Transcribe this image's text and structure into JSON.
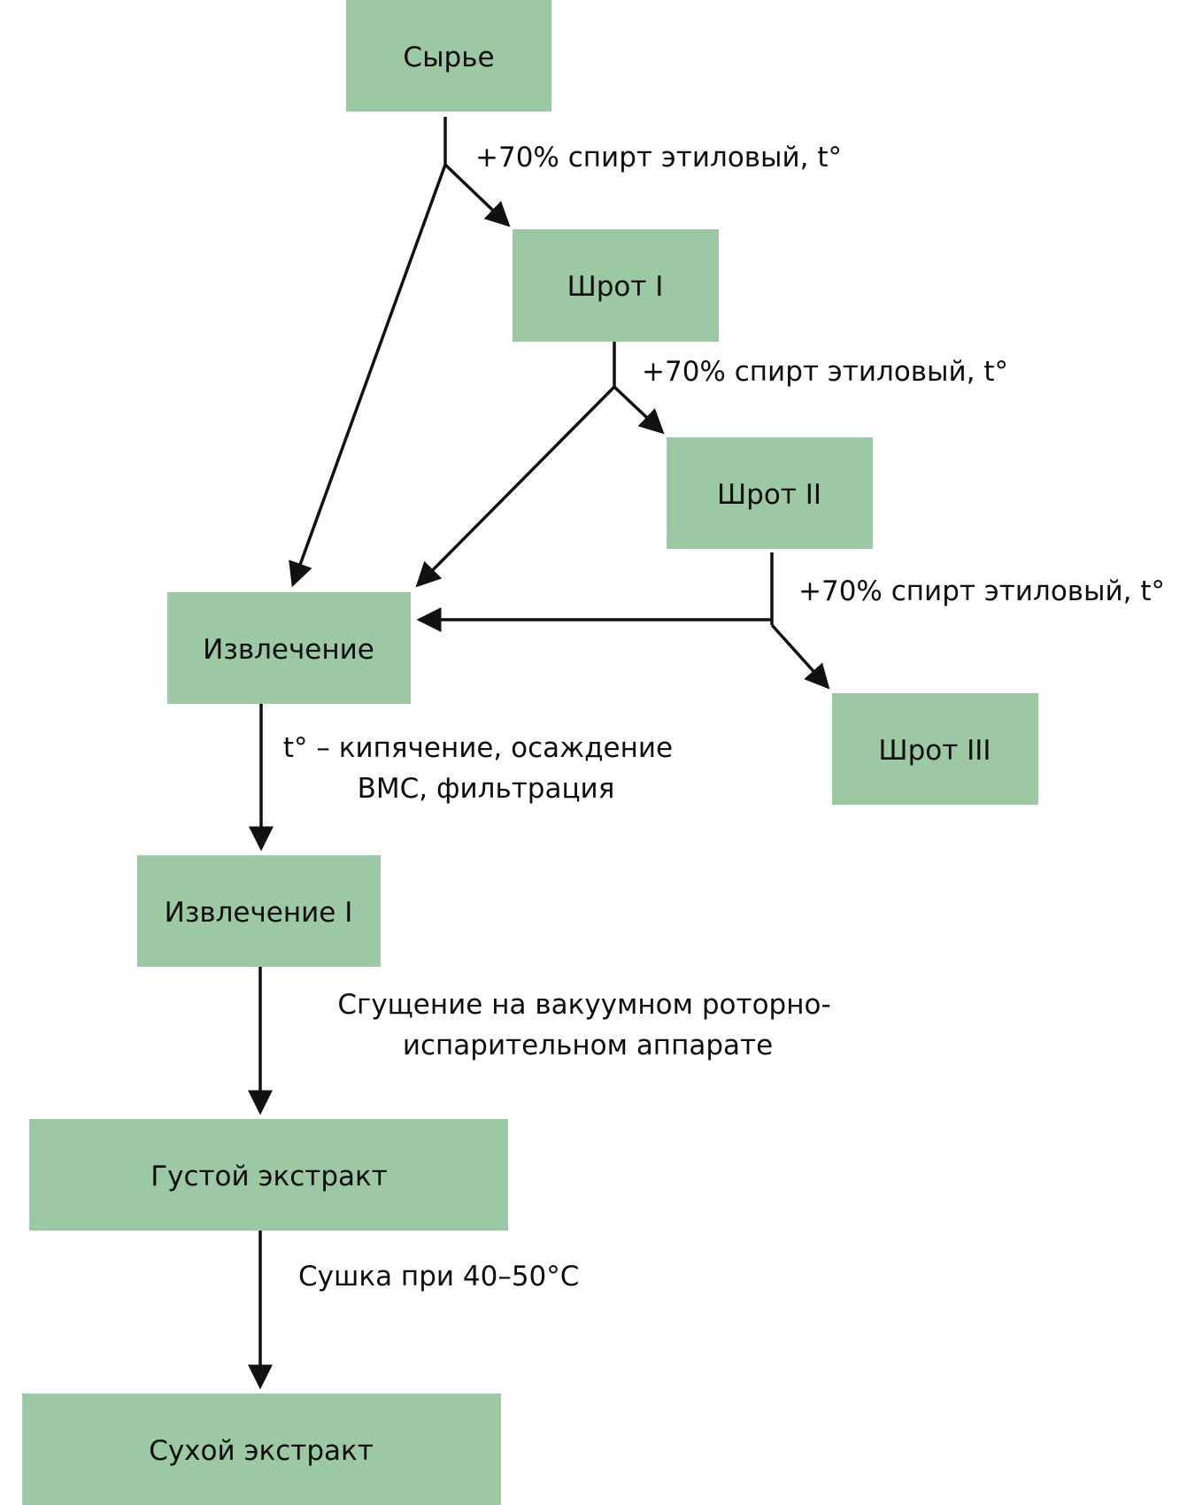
{
  "diagram": {
    "type": "flowchart",
    "colors": {
      "node_fill": "#9dc8a4",
      "text": "#0d0d0d",
      "edge": "#111111"
    },
    "nodes": {
      "raw": "Сырье",
      "meal1": "Шрот I",
      "meal2": "Шрот II",
      "meal3": "Шрот III",
      "extract": "Извлечение",
      "extract1": "Извлечение I",
      "thick": "Густой экстракт",
      "dry": "Сухой экстракт"
    },
    "labels": {
      "solvent1": "+70% спирт этиловый, t°",
      "solvent2": "+70% спирт этиловый, t°",
      "solvent3": "+70% спирт этиловый, t°",
      "boil_line1": "t° – кипячение, осаждение",
      "boil_line2": "ВМС, фильтрация",
      "condense_line1": "Сгущение на вакуумном роторно-",
      "condense_line2": "испарительном аппарате",
      "drying": "Сушка при 40–50°C"
    },
    "edges": [
      {
        "from": "raw",
        "to": "meal1",
        "label": "solvent1"
      },
      {
        "from": "raw",
        "to": "extract",
        "label": "solvent1"
      },
      {
        "from": "meal1",
        "to": "meal2",
        "label": "solvent2"
      },
      {
        "from": "meal1",
        "to": "extract",
        "label": "solvent2"
      },
      {
        "from": "meal2",
        "to": "meal3",
        "label": "solvent3"
      },
      {
        "from": "meal2",
        "to": "extract",
        "label": "solvent3"
      },
      {
        "from": "extract",
        "to": "extract1",
        "label": "boil"
      },
      {
        "from": "extract1",
        "to": "thick",
        "label": "condense"
      },
      {
        "from": "thick",
        "to": "dry",
        "label": "drying"
      }
    ]
  }
}
